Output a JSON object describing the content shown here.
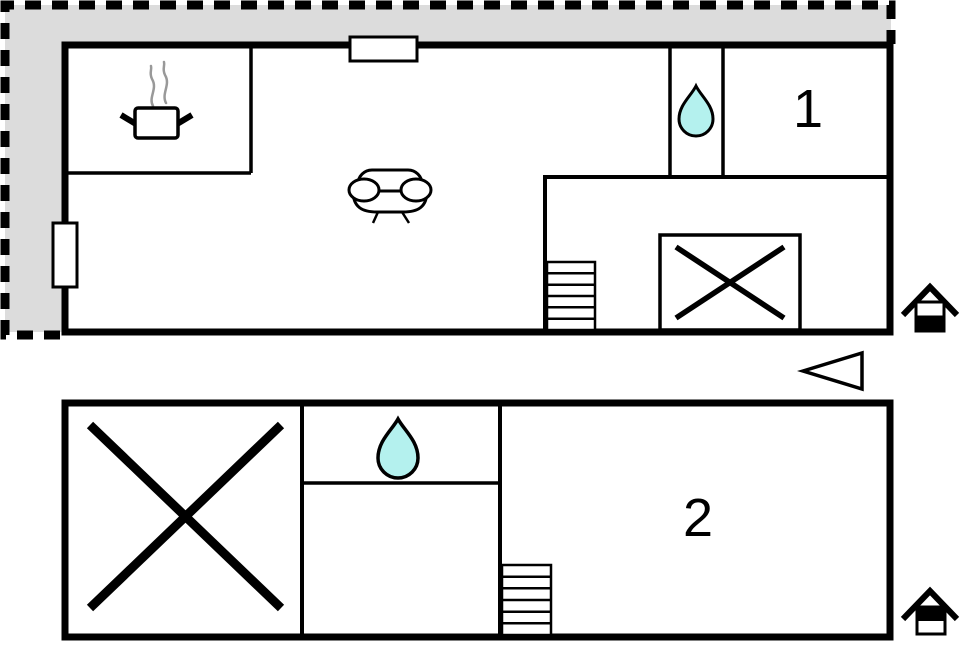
{
  "colors": {
    "background": "#ffffff",
    "wall": "#000000",
    "terrace_fill": "#dcdcdc",
    "water_drop": "#b4f1ee",
    "steam": "#999999"
  },
  "plans": {
    "upper": {
      "room_label": "1",
      "features": {
        "kitchen": "cooking-pot-with-steam",
        "living_area": "sofa",
        "bathroom": "water-drop",
        "stairs": "staircase",
        "excluded_area": "crossed-out-box",
        "terrace": "gray-area-with-dashed-boundary",
        "windows": [
          "top-wall-window",
          "left-wall-window"
        ]
      },
      "storey_indicator": "house-lower-half-filled"
    },
    "lower": {
      "room_label": "2",
      "features": {
        "bathroom": "water-drop",
        "stairs": "staircase",
        "excluded_area": "crossed-out-room"
      },
      "storey_indicator": "house-upper-half-filled"
    }
  },
  "annotations": {
    "direction_arrow": "triangle-pointing-left"
  }
}
